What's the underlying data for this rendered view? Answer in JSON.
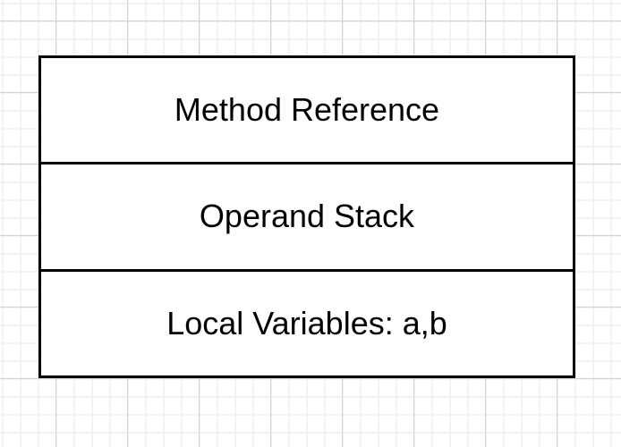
{
  "canvas": {
    "background_color": "#ffffff",
    "grid_minor_color": "#f2f2f2",
    "grid_major_color": "#d0d0d0"
  },
  "diagram": {
    "shape": "stack-frame",
    "border_color": "#000000",
    "fill_color": "#ffffff",
    "text_color": "#000000",
    "rows": [
      {
        "label": "Method Reference"
      },
      {
        "label": "Operand Stack"
      },
      {
        "label": "Local Variables: a,b"
      }
    ]
  }
}
